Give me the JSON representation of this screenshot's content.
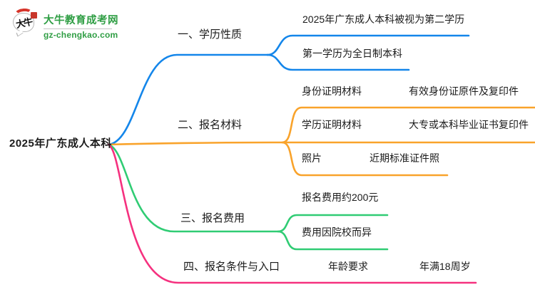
{
  "brand": {
    "name": "大牛教育成考网",
    "domain": "gz-chengkao.com",
    "logo_chars": "大牛",
    "text_color": "#2f9e44",
    "seal_color": "#c8362b"
  },
  "root": {
    "label": "2025年广东成人本科"
  },
  "colors": {
    "branch1": "#1486ea",
    "branch2": "#f9a32b",
    "branch3": "#30cc74",
    "branch4": "#f5317f",
    "text": "#1b1b1b"
  },
  "branches": [
    {
      "label": "一、学历性质",
      "color": "#1486ea",
      "children": [
        {
          "label": "2025年广东成人本科被视为第二学历"
        },
        {
          "label": "第一学历为全日制本科"
        }
      ]
    },
    {
      "label": "二、报名材料",
      "color": "#f9a32b",
      "children": [
        {
          "label": "身份证明材料",
          "detail": "有效身份证原件及复印件"
        },
        {
          "label": "学历证明材料",
          "detail": "大专或本科毕业证书复印件"
        },
        {
          "label": "照片",
          "detail": "近期标准证件照"
        }
      ]
    },
    {
      "label": "三、报名费用",
      "color": "#30cc74",
      "children": [
        {
          "label": "报名费用约200元"
        },
        {
          "label": "费用因院校而异"
        }
      ]
    },
    {
      "label": "四、报名条件与入口",
      "color": "#f5317f",
      "children": [
        {
          "label": "年龄要求",
          "detail": "年满18周岁"
        }
      ]
    }
  ]
}
